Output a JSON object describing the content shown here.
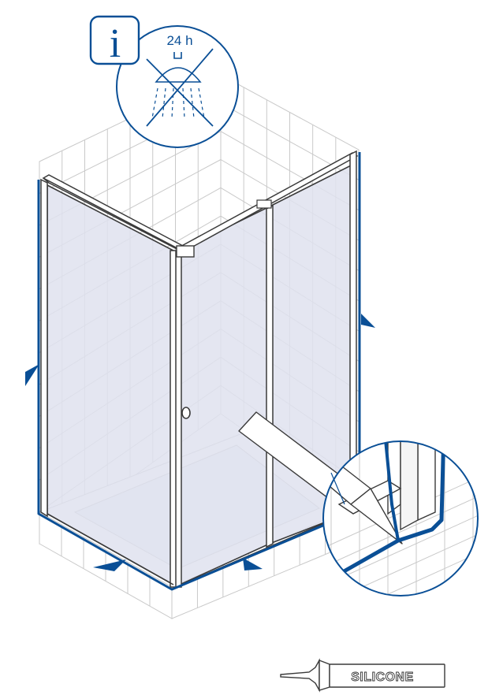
{
  "info_badge": {
    "glyph": "i",
    "icon": "info-icon"
  },
  "no_shower_notice": {
    "duration_label": "24 h",
    "icon": "no-shower-icon"
  },
  "silicone_tube": {
    "label": "SILICONE",
    "icon": "silicone-tube-icon"
  },
  "callout": {
    "icon": "magnifier-detail-icon"
  },
  "colors": {
    "accent": "#0a4f96",
    "line": "#3a3a3a",
    "tile": "#c9c9c9",
    "glass": "#dfe2ef"
  }
}
